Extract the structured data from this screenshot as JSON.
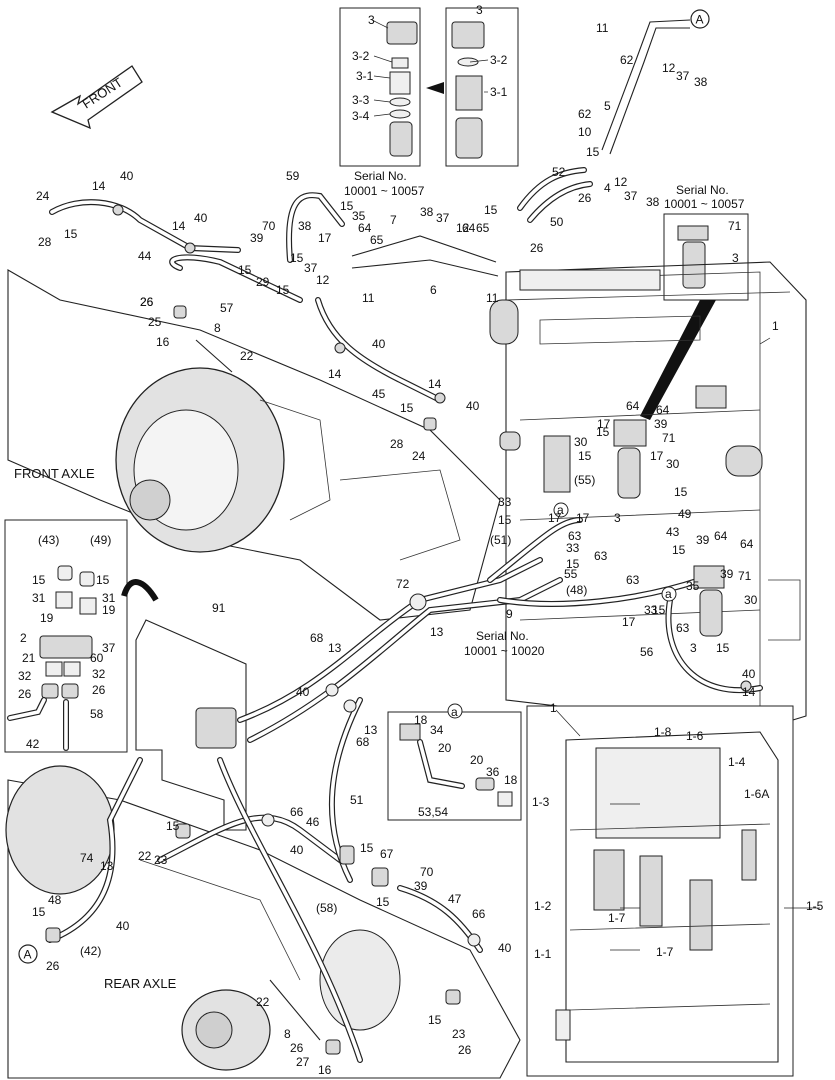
{
  "labels": {
    "front_arrow": "FRONT",
    "front_axle": "FRONT AXLE",
    "rear_axle": "REAR AXLE",
    "serial_top_1": "Serial No.",
    "serial_top_2": "10001 ~ 10057",
    "serial_right_1": "Serial No.",
    "serial_right_2": "10001 ~ 10057",
    "serial_mid_1": "Serial No.",
    "serial_mid_2": "10001 ~ 10020",
    "marker_a": "A",
    "marker_a_small": "a"
  },
  "callouts": [
    {
      "text": "3"
    },
    {
      "text": "3-2"
    },
    {
      "text": "3-1"
    },
    {
      "text": "3-3"
    },
    {
      "text": "3-4"
    },
    {
      "text": "3"
    },
    {
      "text": "3-2"
    },
    {
      "text": "3-1"
    },
    {
      "text": "11"
    },
    {
      "text": "62"
    },
    {
      "text": "12"
    },
    {
      "text": "37"
    },
    {
      "text": "38"
    },
    {
      "text": "5"
    },
    {
      "text": "62"
    },
    {
      "text": "10"
    },
    {
      "text": "15"
    },
    {
      "text": "4"
    },
    {
      "text": "12"
    },
    {
      "text": "37"
    },
    {
      "text": "38"
    },
    {
      "text": "52"
    },
    {
      "text": "26"
    },
    {
      "text": "50"
    },
    {
      "text": "15"
    },
    {
      "text": "26"
    },
    {
      "text": "71"
    },
    {
      "text": "3"
    },
    {
      "text": "24"
    },
    {
      "text": "28"
    },
    {
      "text": "15"
    },
    {
      "text": "14"
    },
    {
      "text": "40"
    },
    {
      "text": "44"
    },
    {
      "text": "14"
    },
    {
      "text": "40"
    },
    {
      "text": "59"
    },
    {
      "text": "15"
    },
    {
      "text": "35"
    },
    {
      "text": "64"
    },
    {
      "text": "17"
    },
    {
      "text": "65"
    },
    {
      "text": "7"
    },
    {
      "text": "70"
    },
    {
      "text": "39"
    },
    {
      "text": "38"
    },
    {
      "text": "15"
    },
    {
      "text": "37"
    },
    {
      "text": "12"
    },
    {
      "text": "29"
    },
    {
      "text": "15"
    },
    {
      "text": "15"
    },
    {
      "text": "38"
    },
    {
      "text": "37"
    },
    {
      "text": "12"
    },
    {
      "text": "64"
    },
    {
      "text": "65"
    },
    {
      "text": "57"
    },
    {
      "text": "26"
    },
    {
      "text": "11"
    },
    {
      "text": "6"
    },
    {
      "text": "11"
    },
    {
      "text": "26"
    },
    {
      "text": "25"
    },
    {
      "text": "16"
    },
    {
      "text": "8"
    },
    {
      "text": "22"
    },
    {
      "text": "40"
    },
    {
      "text": "14"
    },
    {
      "text": "45"
    },
    {
      "text": "14"
    },
    {
      "text": "15"
    },
    {
      "text": "40"
    },
    {
      "text": "28"
    },
    {
      "text": "24"
    },
    {
      "text": "1"
    },
    {
      "text": "64"
    },
    {
      "text": "17"
    },
    {
      "text": "64"
    },
    {
      "text": "39"
    },
    {
      "text": "15"
    },
    {
      "text": "71"
    },
    {
      "text": "30"
    },
    {
      "text": "15"
    },
    {
      "text": "(55)"
    },
    {
      "text": "17"
    },
    {
      "text": "30"
    },
    {
      "text": "15"
    },
    {
      "text": "33"
    },
    {
      "text": "15"
    },
    {
      "text": "(51)"
    },
    {
      "text": "17"
    },
    {
      "text": "63"
    },
    {
      "text": "17"
    },
    {
      "text": "3"
    },
    {
      "text": "49"
    },
    {
      "text": "43"
    },
    {
      "text": "15"
    },
    {
      "text": "39"
    },
    {
      "text": "64"
    },
    {
      "text": "64"
    },
    {
      "text": "35"
    },
    {
      "text": "39"
    },
    {
      "text": "71"
    },
    {
      "text": "33"
    },
    {
      "text": "63"
    },
    {
      "text": "15"
    },
    {
      "text": "55"
    },
    {
      "text": "63"
    },
    {
      "text": "(48)"
    },
    {
      "text": "33"
    },
    {
      "text": "17"
    },
    {
      "text": "15"
    },
    {
      "text": "63"
    },
    {
      "text": "30"
    },
    {
      "text": "3"
    },
    {
      "text": "15"
    },
    {
      "text": "56"
    },
    {
      "text": "40"
    },
    {
      "text": "14"
    },
    {
      "text": "72"
    },
    {
      "text": "13"
    },
    {
      "text": "9"
    },
    {
      "text": "(43)"
    },
    {
      "text": "(49)"
    },
    {
      "text": "15"
    },
    {
      "text": "15"
    },
    {
      "text": "31"
    },
    {
      "text": "31"
    },
    {
      "text": "19"
    },
    {
      "text": "19"
    },
    {
      "text": "2"
    },
    {
      "text": "37"
    },
    {
      "text": "21"
    },
    {
      "text": "60"
    },
    {
      "text": "32"
    },
    {
      "text": "32"
    },
    {
      "text": "26"
    },
    {
      "text": "26"
    },
    {
      "text": "58"
    },
    {
      "text": "42"
    },
    {
      "text": "91"
    },
    {
      "text": "68"
    },
    {
      "text": "13"
    },
    {
      "text": "40"
    },
    {
      "text": "13"
    },
    {
      "text": "68"
    },
    {
      "text": "18"
    },
    {
      "text": "34"
    },
    {
      "text": "20"
    },
    {
      "text": "20"
    },
    {
      "text": "36"
    },
    {
      "text": "18"
    },
    {
      "text": "53,54"
    },
    {
      "text": "1"
    },
    {
      "text": "1-8"
    },
    {
      "text": "1-6"
    },
    {
      "text": "1-4"
    },
    {
      "text": "1-6A"
    },
    {
      "text": "1-3"
    },
    {
      "text": "1-5"
    },
    {
      "text": "1-2"
    },
    {
      "text": "1-7"
    },
    {
      "text": "1-7"
    },
    {
      "text": "1-1"
    },
    {
      "text": "66"
    },
    {
      "text": "46"
    },
    {
      "text": "40"
    },
    {
      "text": "51"
    },
    {
      "text": "15"
    },
    {
      "text": "22"
    },
    {
      "text": "23"
    },
    {
      "text": "15"
    },
    {
      "text": "67"
    },
    {
      "text": "70"
    },
    {
      "text": "39"
    },
    {
      "text": "15"
    },
    {
      "text": "47"
    },
    {
      "text": "66"
    },
    {
      "text": "40"
    },
    {
      "text": "74"
    },
    {
      "text": "13"
    },
    {
      "text": "40"
    },
    {
      "text": "48"
    },
    {
      "text": "15"
    },
    {
      "text": "(42)"
    },
    {
      "text": "26"
    },
    {
      "text": "(58)"
    },
    {
      "text": "22"
    },
    {
      "text": "15"
    },
    {
      "text": "23"
    },
    {
      "text": "8"
    },
    {
      "text": "26"
    },
    {
      "text": "27"
    },
    {
      "text": "16"
    },
    {
      "text": "26"
    }
  ]
}
